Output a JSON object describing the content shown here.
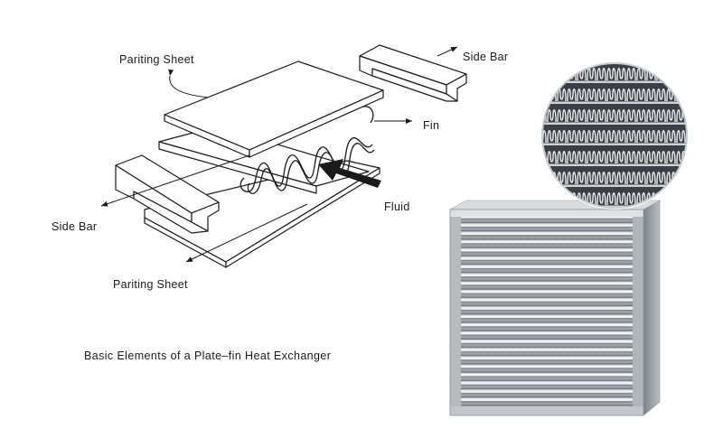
{
  "labels": {
    "parting_sheet_top": "Pariting Sheet",
    "side_bar_top": "Side Bar",
    "fin": "Fin",
    "fluid": "Fluid",
    "side_bar_left": "Side Bar",
    "parting_sheet_bottom": "Pariting Sheet"
  },
  "caption": "Basic Elements of a Plate–fin Heat Exchanger",
  "colors": {
    "line": "#1a1a1a",
    "metal_light": "#e4e7ea",
    "metal_mid": "#b7bcc2",
    "metal_dark": "#6e757d",
    "fin_dark": "#2b2f33"
  }
}
